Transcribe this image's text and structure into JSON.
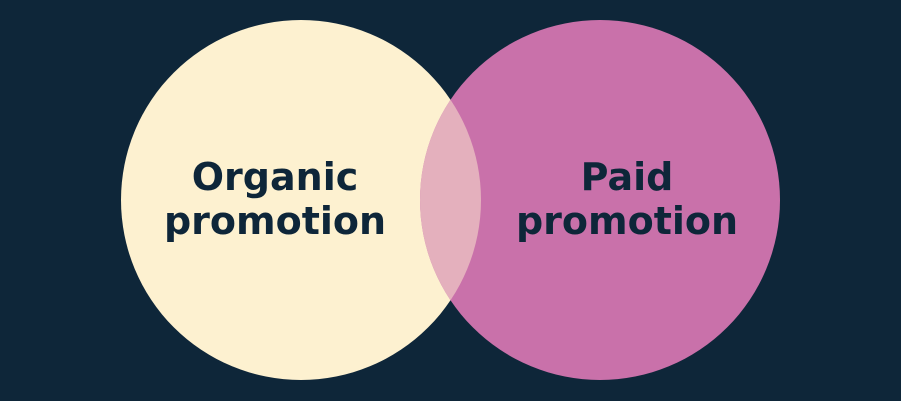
{
  "diagram": {
    "left": {
      "line1": "Organic",
      "line2": "promotion",
      "color": "#fdf1d0"
    },
    "right": {
      "line1": "Paid",
      "line2": "promotion",
      "color": "#c971aa"
    },
    "overlap_color": "#e4b0bd",
    "background": "#0e2639"
  }
}
